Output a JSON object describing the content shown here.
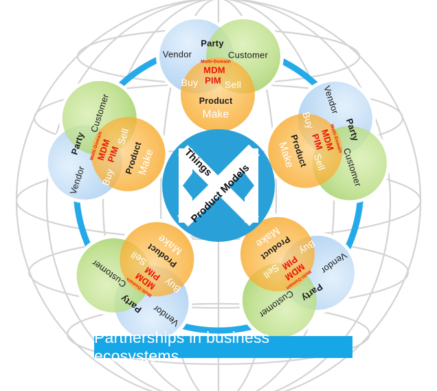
{
  "banner": {
    "text": "Partnerships in business ecosystems"
  },
  "hub": {
    "icon": "crossed-ribbons-x-icon",
    "things": "Things",
    "product_models": "Product Models"
  },
  "venn": {
    "vendor": "Vendor",
    "party": "Party",
    "customer": "Customer",
    "multi_domain": "Multi-Domain",
    "mdm": "MDM",
    "pim": "PIM",
    "buy": "Buy",
    "sell": "Sell",
    "product": "Product",
    "make": "Make"
  },
  "petals": [
    "top",
    "left",
    "right",
    "bottom-left",
    "bottom-right"
  ],
  "colors": {
    "vendor_blue": "#b7d7f3",
    "customer_green": "#a9d470",
    "product_orange": "#f6a722",
    "hub_blue": "#2aa0d9",
    "ring_blue": "#25aae9",
    "banner_blue": "#18a7e6",
    "mdm_red": "#ed1505"
  }
}
